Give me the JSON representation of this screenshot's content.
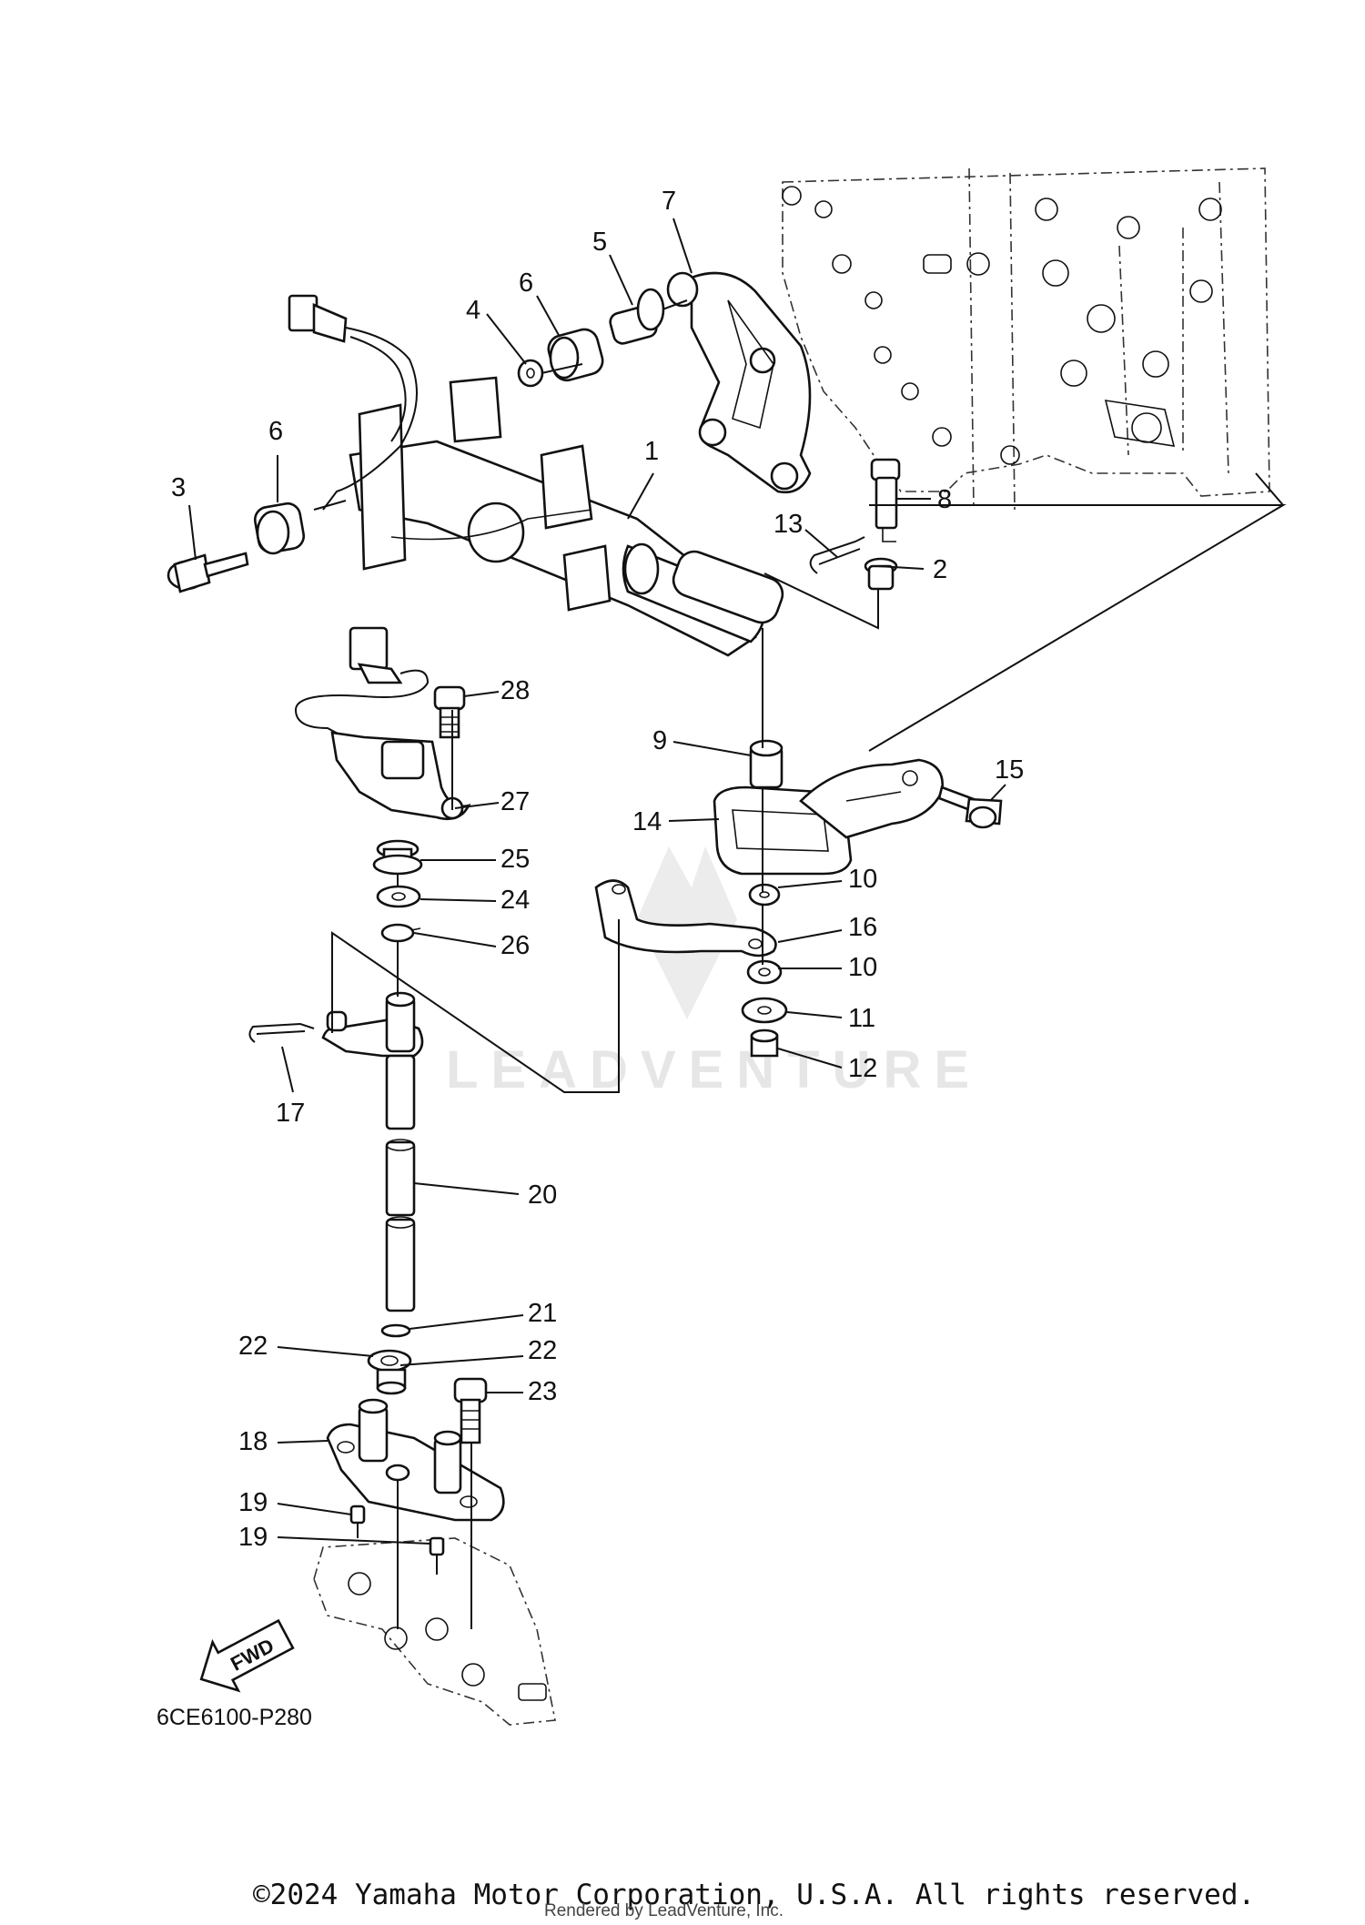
{
  "diagram": {
    "part_numbers": [
      "1",
      "2",
      "3",
      "4",
      "5",
      "6",
      "6",
      "7",
      "8",
      "9",
      "10",
      "10",
      "11",
      "12",
      "13",
      "14",
      "15",
      "16",
      "17",
      "18",
      "19",
      "19",
      "20",
      "21",
      "22",
      "22",
      "23",
      "24",
      "25",
      "26",
      "27",
      "28"
    ],
    "fwd_label": "FWD",
    "watermark": "LEADVENTURE",
    "drawing_code": "6CE6100-P280"
  },
  "footer": {
    "copyright": "©2024 Yamaha Motor Corporation, U.S.A. All rights reserved.",
    "rendered_by": "Rendered by LeadVenture, Inc."
  }
}
